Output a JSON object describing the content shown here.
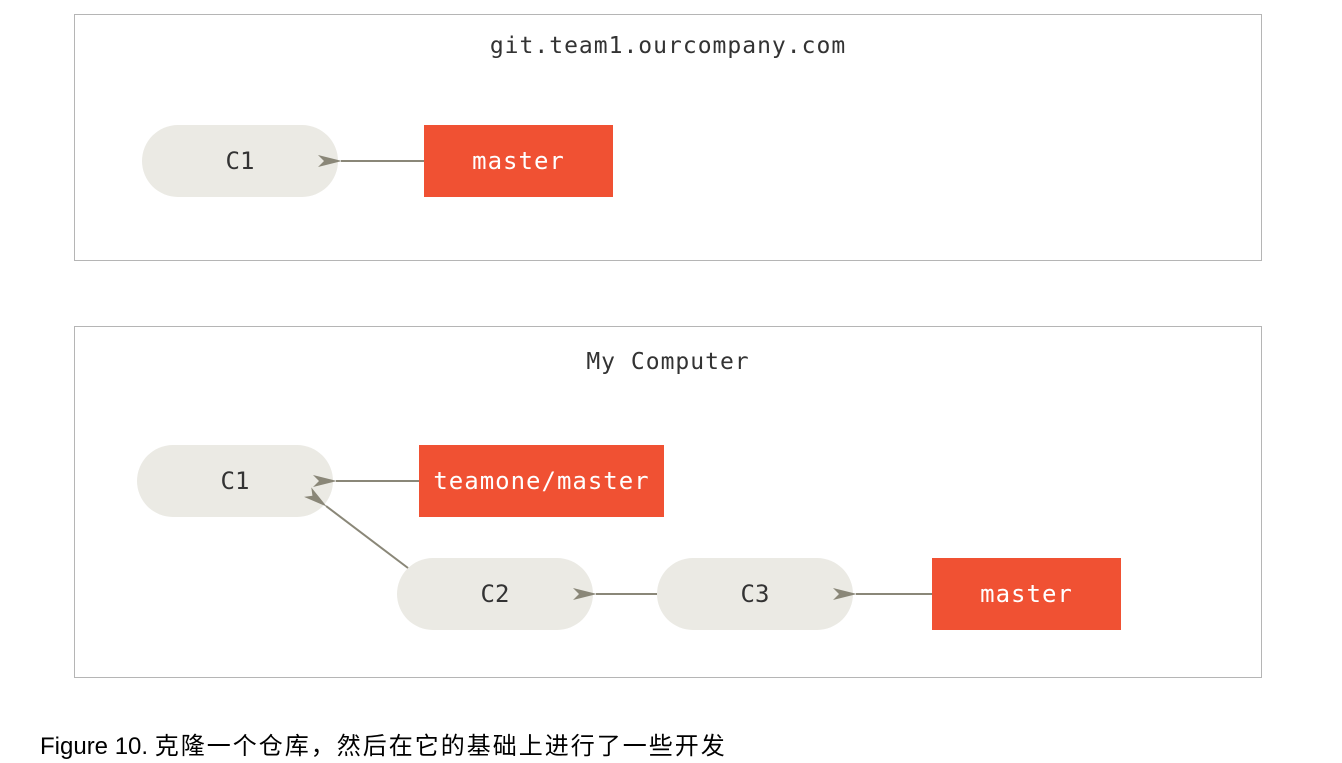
{
  "server_panel": {
    "title": "git.team1.ourcompany.com",
    "commits": [
      {
        "label": "C1"
      }
    ],
    "branches": [
      {
        "label": "master",
        "points_to": "C1"
      }
    ]
  },
  "local_panel": {
    "title": "My Computer",
    "commits": [
      {
        "label": "C1"
      },
      {
        "label": "C2",
        "parent": "C1"
      },
      {
        "label": "C3",
        "parent": "C2"
      }
    ],
    "branches": [
      {
        "label": "teamone/master",
        "points_to": "C1"
      },
      {
        "label": "master",
        "points_to": "C3"
      }
    ]
  },
  "colors": {
    "commit_fill": "#ebeae4",
    "branch_fill": "#f05133",
    "arrow": "#8a8778",
    "border": "#b5b5b5"
  },
  "caption": {
    "prefix": "Figure 10. ",
    "text": "克隆一个仓库，然后在它的基础上进行了一些开发"
  }
}
